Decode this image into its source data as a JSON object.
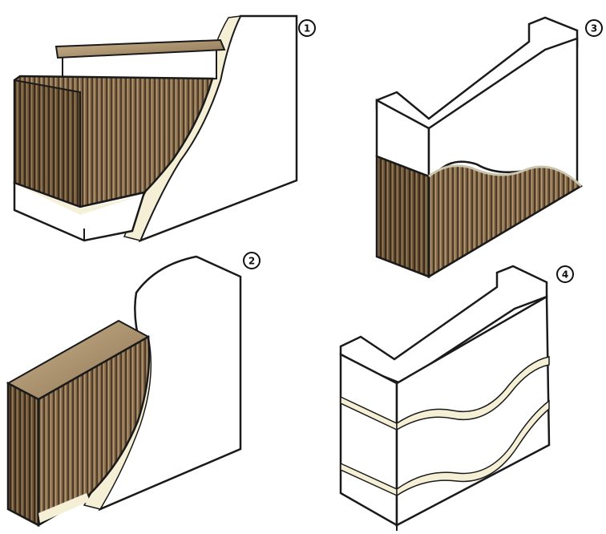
{
  "labels": {
    "one": "1",
    "two": "2",
    "three": "3",
    "four": "4"
  },
  "colors": {
    "wood": "#8a6f4f",
    "wood_dark": "#4f3c28",
    "wood_top": "#b79c78",
    "cream": "#f4efd5",
    "line": "#1a1a1a",
    "white": "#ffffff"
  }
}
